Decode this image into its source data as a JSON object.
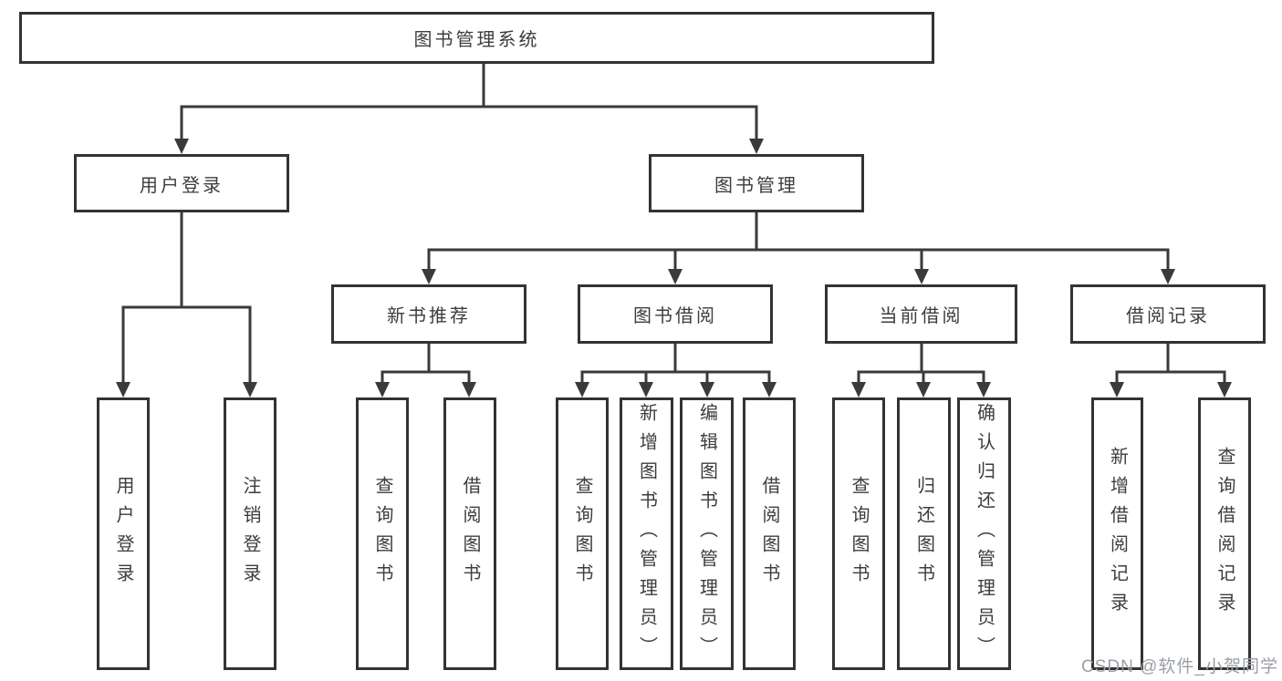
{
  "diagram": {
    "title": "图书管理系统",
    "tree": {
      "root": "图书管理系统",
      "children": [
        {
          "label": "用户登录",
          "children": [
            "用户登录",
            "注销登录"
          ]
        },
        {
          "label": "图书管理",
          "children": [
            {
              "label": "新书推荐",
              "children": [
                "查询图书",
                "借阅图书"
              ]
            },
            {
              "label": "图书借阅",
              "children": [
                "查询图书",
                "新增图书（管理员）",
                "编辑图书（管理员）",
                "借阅图书"
              ]
            },
            {
              "label": "当前借阅",
              "children": [
                "查询图书",
                "归还图书",
                "确认归还（管理员）"
              ]
            },
            {
              "label": "借阅记录",
              "children": [
                "新增借阅记录",
                "查询借阅记录"
              ]
            }
          ]
        }
      ]
    },
    "colors": {
      "box_border": "#333333",
      "connector_line": "#3a3a3a",
      "text": "#3d3d3d",
      "watermark_text": "#9ba0a6",
      "background": "#ffffff"
    }
  },
  "watermark": {
    "text": "CSDN @软件_小贺同学"
  }
}
